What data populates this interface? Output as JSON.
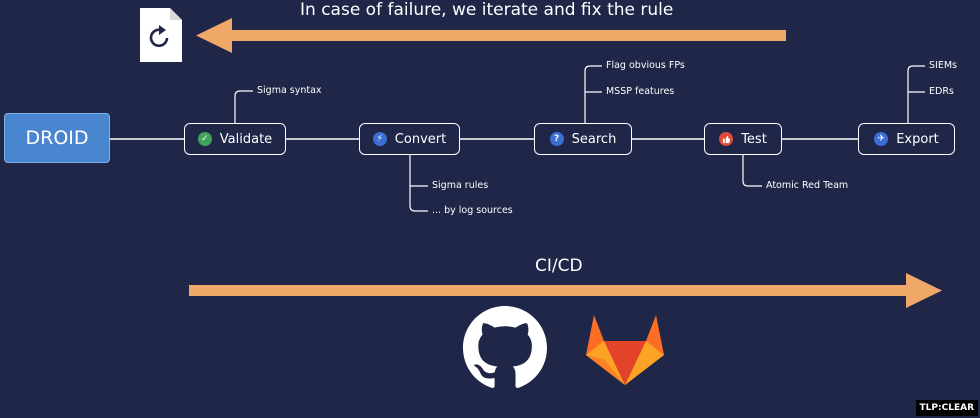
{
  "header": {
    "text": "In case of failure, we iterate and fix the rule"
  },
  "cicd": {
    "label": "CI/CD"
  },
  "source": {
    "label": "DROID"
  },
  "steps": [
    {
      "label": "Validate",
      "icon": "check-icon",
      "glyph": "✓",
      "color": "#3fa35a"
    },
    {
      "label": "Convert",
      "icon": "lightning-icon",
      "glyph": "⚡",
      "color": "#3b6fd6"
    },
    {
      "label": "Search",
      "icon": "question-icon",
      "glyph": "?",
      "color": "#3b6fd6"
    },
    {
      "label": "Test",
      "icon": "thumbs-up-icon",
      "glyph": "👍",
      "color": "#e04a3c"
    },
    {
      "label": "Export",
      "icon": "airplane-icon",
      "glyph": "✈",
      "color": "#3b6fd6"
    }
  ],
  "notes": {
    "validate": [
      "Sigma syntax"
    ],
    "convert": [
      "Sigma rules",
      "... by log sources"
    ],
    "search": [
      "Flag obvious FPs",
      "MSSP features"
    ],
    "test": [
      "Atomic Red Team"
    ],
    "export": [
      "SIEMs",
      "EDRs"
    ]
  },
  "badge": {
    "text": "TLP:CLEAR"
  },
  "colors": {
    "background": "#1f2648",
    "arrow": "#f0a868",
    "droid": "#4a86cf"
  }
}
